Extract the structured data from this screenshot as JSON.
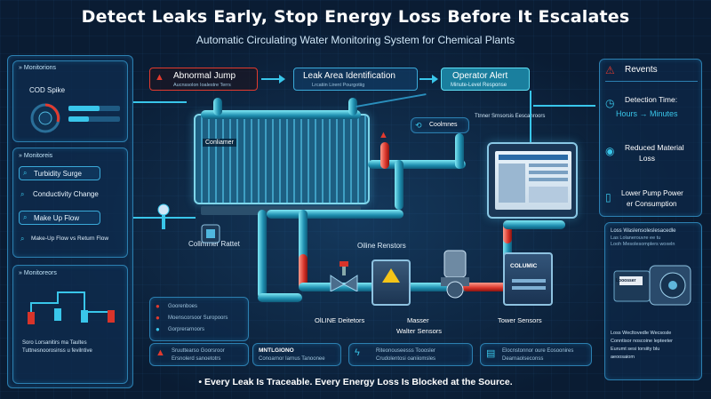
{
  "header": {
    "title": "Detect Leaks Early, Stop Energy Loss Before It Escalates",
    "subtitle": "Automatic Circulating Water Monitoring System for Chemical Plants"
  },
  "left_panel": {
    "top": {
      "title": "Monitorions",
      "item": "COD Spike"
    },
    "middle": {
      "title": "Monitoreis",
      "items": [
        "Turbidity Surge",
        "Conductivity Change",
        "Make Up Flow",
        "Make-Up Flow vs Return Flow"
      ]
    },
    "bottom": {
      "title": "Monitoreors",
      "caption": [
        "Soro Lorsanitirs ma Taultes",
        "Tuttnesnoorosinss u fevilntive"
      ]
    }
  },
  "flow_steps": [
    {
      "label": "Abnormal Jump",
      "sub": "Aucnssolon Ioalestre Terrs"
    },
    {
      "label": "Leak Area Identification",
      "sub": "Lrcatiin Lirent Pourgotiig"
    },
    {
      "label": "Operator Alert",
      "sub": "Minute-Level Response"
    }
  ],
  "right_panel": {
    "title": "Revents",
    "items": [
      {
        "label": "Detection Time:",
        "value": "Hours → Minutes"
      },
      {
        "label": "Reduced Material",
        "value": "Loss"
      },
      {
        "label": "Lower Pump Power",
        "value": "er Consumption"
      }
    ],
    "note_title": "Loss Waslensoleslesacedle",
    "note_lines": [
      "Las Lolanerouvre ee tu",
      "Looh Mesolesomplers woxeln"
    ],
    "bottom_note": [
      "Loss Wecltovedle Wecsosle",
      "Conntisor noscoine lepteeter",
      "Eurumt sesi torsiity blu",
      "aeoosaiom"
    ],
    "machine_label": "Looosser"
  },
  "diagram_labels": {
    "condenser": "Conliamer",
    "condenser_caption": "Collmmer Rattet",
    "online_sensors_top": "Oiline Renstors",
    "cooler": "Coolmnes",
    "controller_caption": "Ttnner Srnsorsis Eescanroors",
    "cabinet": "COLUMIC",
    "online_detectors": "OlLINE Deitetors",
    "maser": "Masser",
    "tower_sensors": "Tower Sensors",
    "water_sensors": "Walter Sensors"
  },
  "bottom_boxes": {
    "legend": [
      "Goorenboes",
      "Moenscorsoor Suropoors",
      "Gorprerarnoors"
    ],
    "alert": [
      "Sruuttearso Goorsroor",
      "Ersnolerd sanoetotrs"
    ],
    "monitoring": [
      "MNTLGIONO",
      "Conoarnor Iarnus Tanoonee"
    ],
    "mid": [
      "Riteonouseesss Tooosler",
      "Crudolentosi oaniiomsles"
    ],
    "right": [
      "Elocnstonnor oure Eosoonires",
      "Dearnaolseconss"
    ]
  },
  "footer": "• Every Leak Is Traceable. Every Energy Loss Is Blocked at the Source.",
  "colors": {
    "accent": "#39c6ea",
    "alert": "#e23a2e",
    "background": "#0a1c33"
  }
}
